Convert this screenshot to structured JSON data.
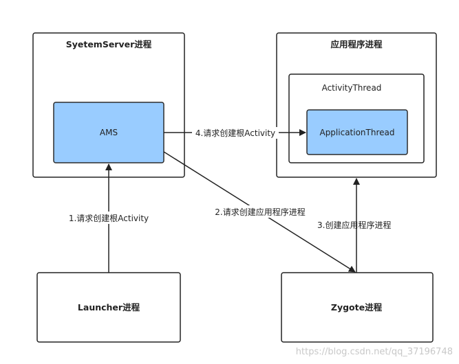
{
  "boxes": {
    "system_server": "SyetemServer进程",
    "ams": "AMS",
    "app_process": "应用程序进程",
    "activity_thread": "ActivityThread",
    "application_thread": "ApplicationThread",
    "launcher": "Launcher进程",
    "zygote": "Zygote进程"
  },
  "arrows": {
    "step1": "1.请求创建根Activity",
    "step2": "2.请求创建应用程序进程",
    "step3": "3.创建应用程序进程",
    "step4": "4.请求创建根Activity"
  },
  "watermark": "https://blog.csdn.net/qq_37196748",
  "colors": {
    "stroke": "#222222",
    "blue_fill": "#99ccff",
    "blue_stroke": "#2b2b2b"
  }
}
